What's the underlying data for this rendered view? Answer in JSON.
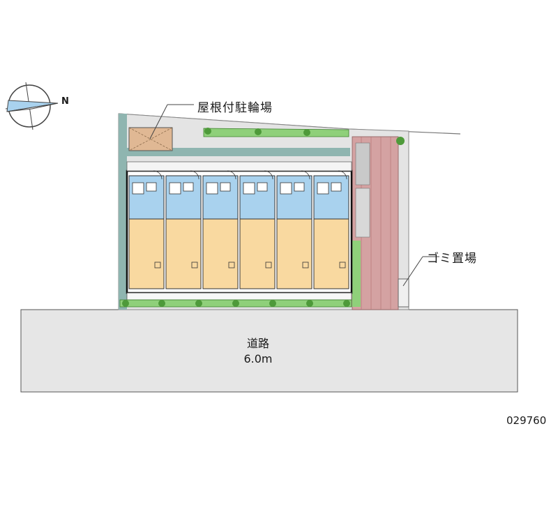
{
  "labels": {
    "covered_bicycle_parking": "屋根付駐輪場",
    "garbage_area": "ゴミ置場",
    "road_name": "道路",
    "road_width": "6.0m",
    "property_code": "029760",
    "compass_north": "N"
  },
  "building": {
    "unit_count": 6
  },
  "colors": {
    "road": "#e6e6e6",
    "site_ground": "#e4e4e4",
    "site_border": "#8fb5b0",
    "wet_area": "#a9d2ee",
    "living_room": "#f9d9a0",
    "bike_parking": "#e0b894",
    "brick_path": "#d4a2a2",
    "greenery": "#4e9a3a"
  }
}
